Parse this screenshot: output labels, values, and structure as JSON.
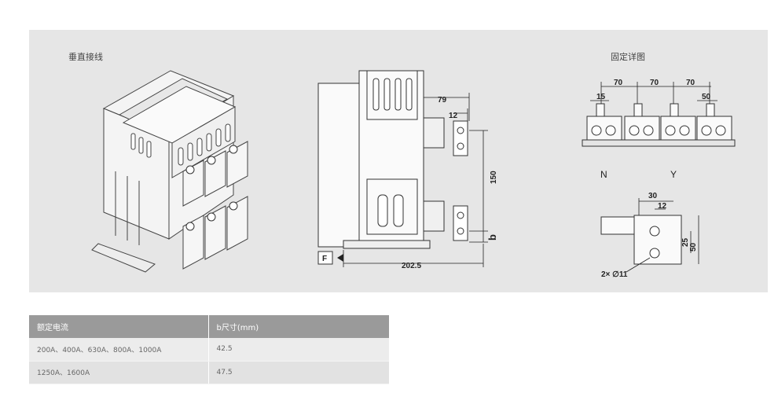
{
  "panel": {
    "left_title": "垂直接线",
    "right_title": "固定详图"
  },
  "side_view": {
    "dim_79": "79",
    "dim_12": "12",
    "dim_150": "150",
    "dim_b": "b",
    "dim_202_5": "202.5",
    "label_F": "F"
  },
  "detail_view": {
    "dim_70_a": "70",
    "dim_70_b": "70",
    "dim_70_c": "70",
    "dim_15": "15",
    "dim_50": "50",
    "label_N": "N",
    "label_Y": "Y",
    "dim_30": "30",
    "dim_12": "12",
    "dim_25": "25",
    "dim_50_v": "50",
    "hole_note": "2× ∅11"
  },
  "table": {
    "headers": [
      "额定电流",
      "b尺寸(mm)"
    ],
    "rows": [
      [
        "200A、400A、630A、800A、1000A",
        "42.5"
      ],
      [
        "1250A、1600A",
        "47.5"
      ]
    ]
  }
}
